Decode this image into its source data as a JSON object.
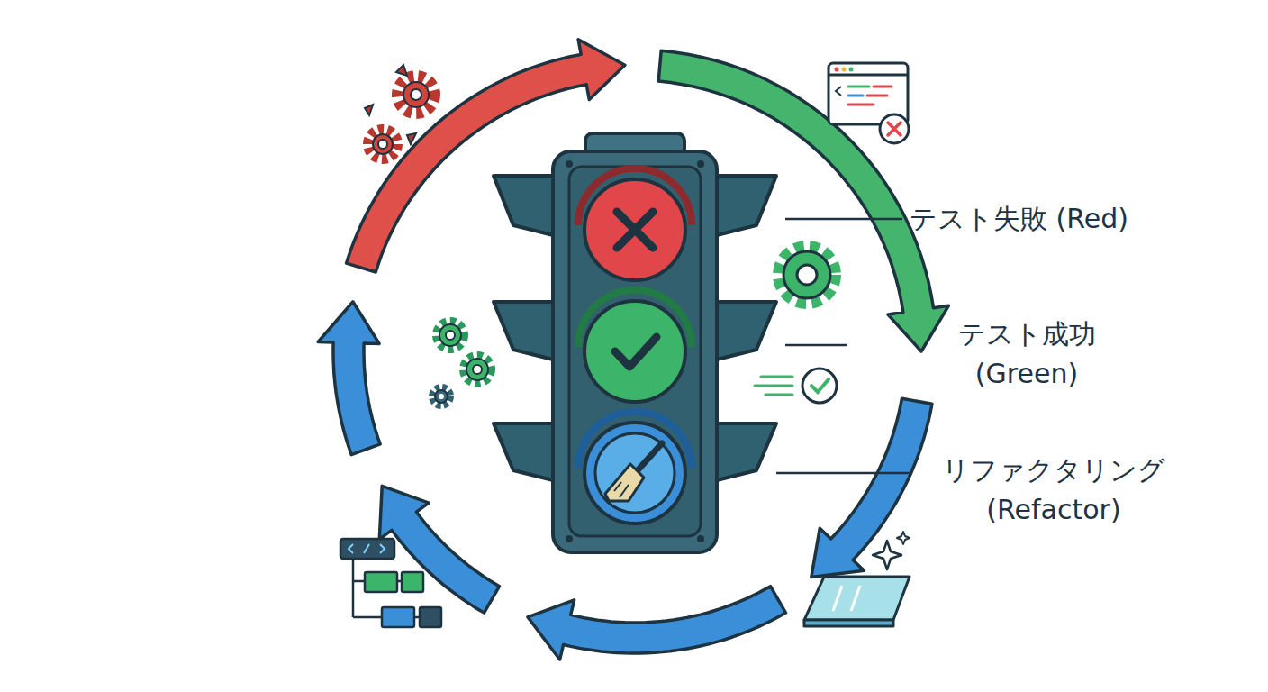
{
  "diagram": {
    "labels": [
      "テスト失敗 (Red)",
      "テスト成功 (Green)",
      "リファクタリング (Refactor)"
    ]
  }
}
